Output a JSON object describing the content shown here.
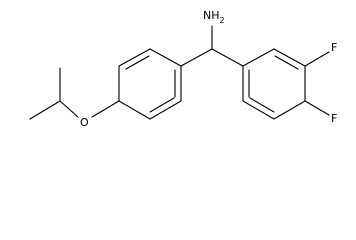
{
  "molecule": {
    "atom_labels": {
      "amine": "NH",
      "amine_subscript": "2",
      "fluorine_top": "F",
      "fluorine_bottom": "F",
      "oxygen": "O"
    }
  }
}
